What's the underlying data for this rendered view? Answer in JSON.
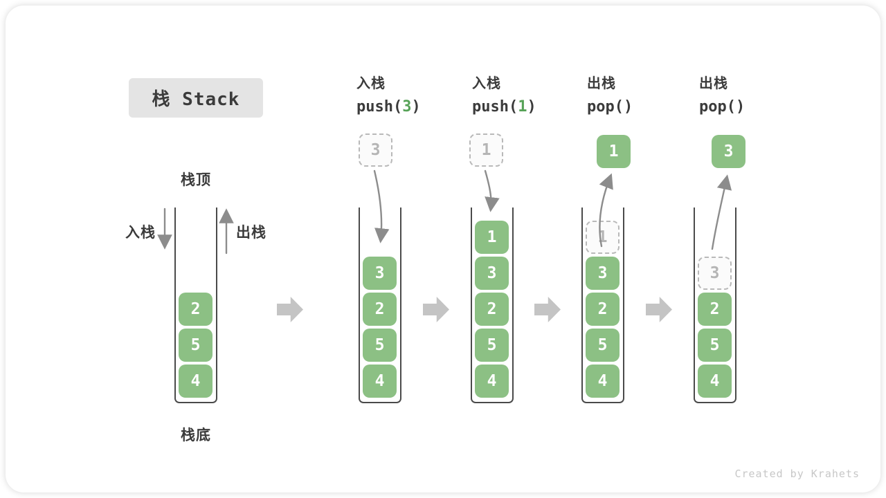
{
  "title": "栈 Stack",
  "side_labels": {
    "stack_top": "栈顶",
    "stack_bottom": "栈底",
    "push_label": "入栈",
    "pop_label": "出栈"
  },
  "operations": [
    {
      "name": "入栈",
      "code_pre": "push(",
      "code_arg": "3",
      "code_post": ")"
    },
    {
      "name": "入栈",
      "code_pre": "push(",
      "code_arg": "1",
      "code_post": ")"
    },
    {
      "name": "出栈",
      "code_pre": "pop(",
      "code_arg": "",
      "code_post": ")"
    },
    {
      "name": "出栈",
      "code_pre": "pop(",
      "code_arg": "",
      "code_post": ")"
    }
  ],
  "stacks": [
    {
      "items": [
        "2",
        "5",
        "4"
      ]
    },
    {
      "items": [
        "3",
        "2",
        "5",
        "4"
      ],
      "incoming": "3"
    },
    {
      "items": [
        "1",
        "3",
        "2",
        "5",
        "4"
      ],
      "incoming": "1"
    },
    {
      "items": [
        "3",
        "2",
        "5",
        "4"
      ],
      "ghost": "1",
      "outgoing": "1"
    },
    {
      "items": [
        "2",
        "5",
        "4"
      ],
      "ghost": "3",
      "outgoing": "3"
    }
  ],
  "watermark": "Created by Krahets",
  "colors": {
    "cell-green": "#8cc084",
    "code-green": "#56a257",
    "flow-arrow-gray": "#c4c4c4",
    "line-gray": "#8c8c8c",
    "ghost-gray": "#b9b9b9",
    "text-dark": "#3b3b3b",
    "title-bg": "#e4e4e4",
    "watermark-gray": "#c7c7c7"
  }
}
